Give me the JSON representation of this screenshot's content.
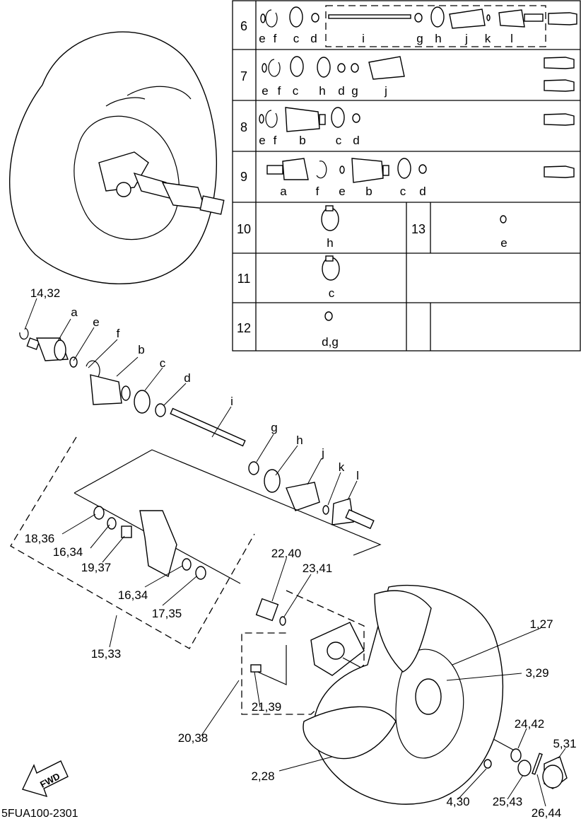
{
  "diagram_code": "5FUA100-2301",
  "fwd_label": "FWD",
  "callouts": {
    "c_14_32": "14,32",
    "c_a": "a",
    "c_e": "e",
    "c_f": "f",
    "c_b": "b",
    "c_c": "c",
    "c_d": "d",
    "c_i": "i",
    "c_g": "g",
    "c_h": "h",
    "c_j": "j",
    "c_k": "k",
    "c_l": "l",
    "c_18_36": "18,36",
    "c_16_34a": "16,34",
    "c_19_37": "19,37",
    "c_16_34b": "16,34",
    "c_17_35": "17,35",
    "c_15_33": "15,33",
    "c_22_40": "22,40",
    "c_23_41": "23,41",
    "c_1_27": "1,27",
    "c_3_29": "3,29",
    "c_21_39": "21,39",
    "c_20_38": "20,38",
    "c_24_42": "24,42",
    "c_5_31": "5,31",
    "c_2_28": "2,28",
    "c_4_30": "4,30",
    "c_25_43": "25,43",
    "c_26_44": "26,44"
  },
  "kit_table": {
    "row6": {
      "num": "6",
      "letters": [
        "e",
        "f",
        "c",
        "d",
        "i",
        "g",
        "h",
        "j",
        "k",
        "l"
      ]
    },
    "row7": {
      "num": "7",
      "letters": [
        "e",
        "f",
        "c",
        "h",
        "d",
        "g",
        "j"
      ]
    },
    "row8": {
      "num": "8",
      "letters": [
        "e",
        "f",
        "b",
        "c",
        "d"
      ]
    },
    "row9": {
      "num": "9",
      "letters": [
        "a",
        "f",
        "e",
        "b",
        "c",
        "d"
      ]
    },
    "row10": {
      "num": "10",
      "letter": "h"
    },
    "row13": {
      "num": "13",
      "letter": "e"
    },
    "row11": {
      "num": "11",
      "letter": "c"
    },
    "row12": {
      "num": "12",
      "letter": "d,g"
    }
  }
}
